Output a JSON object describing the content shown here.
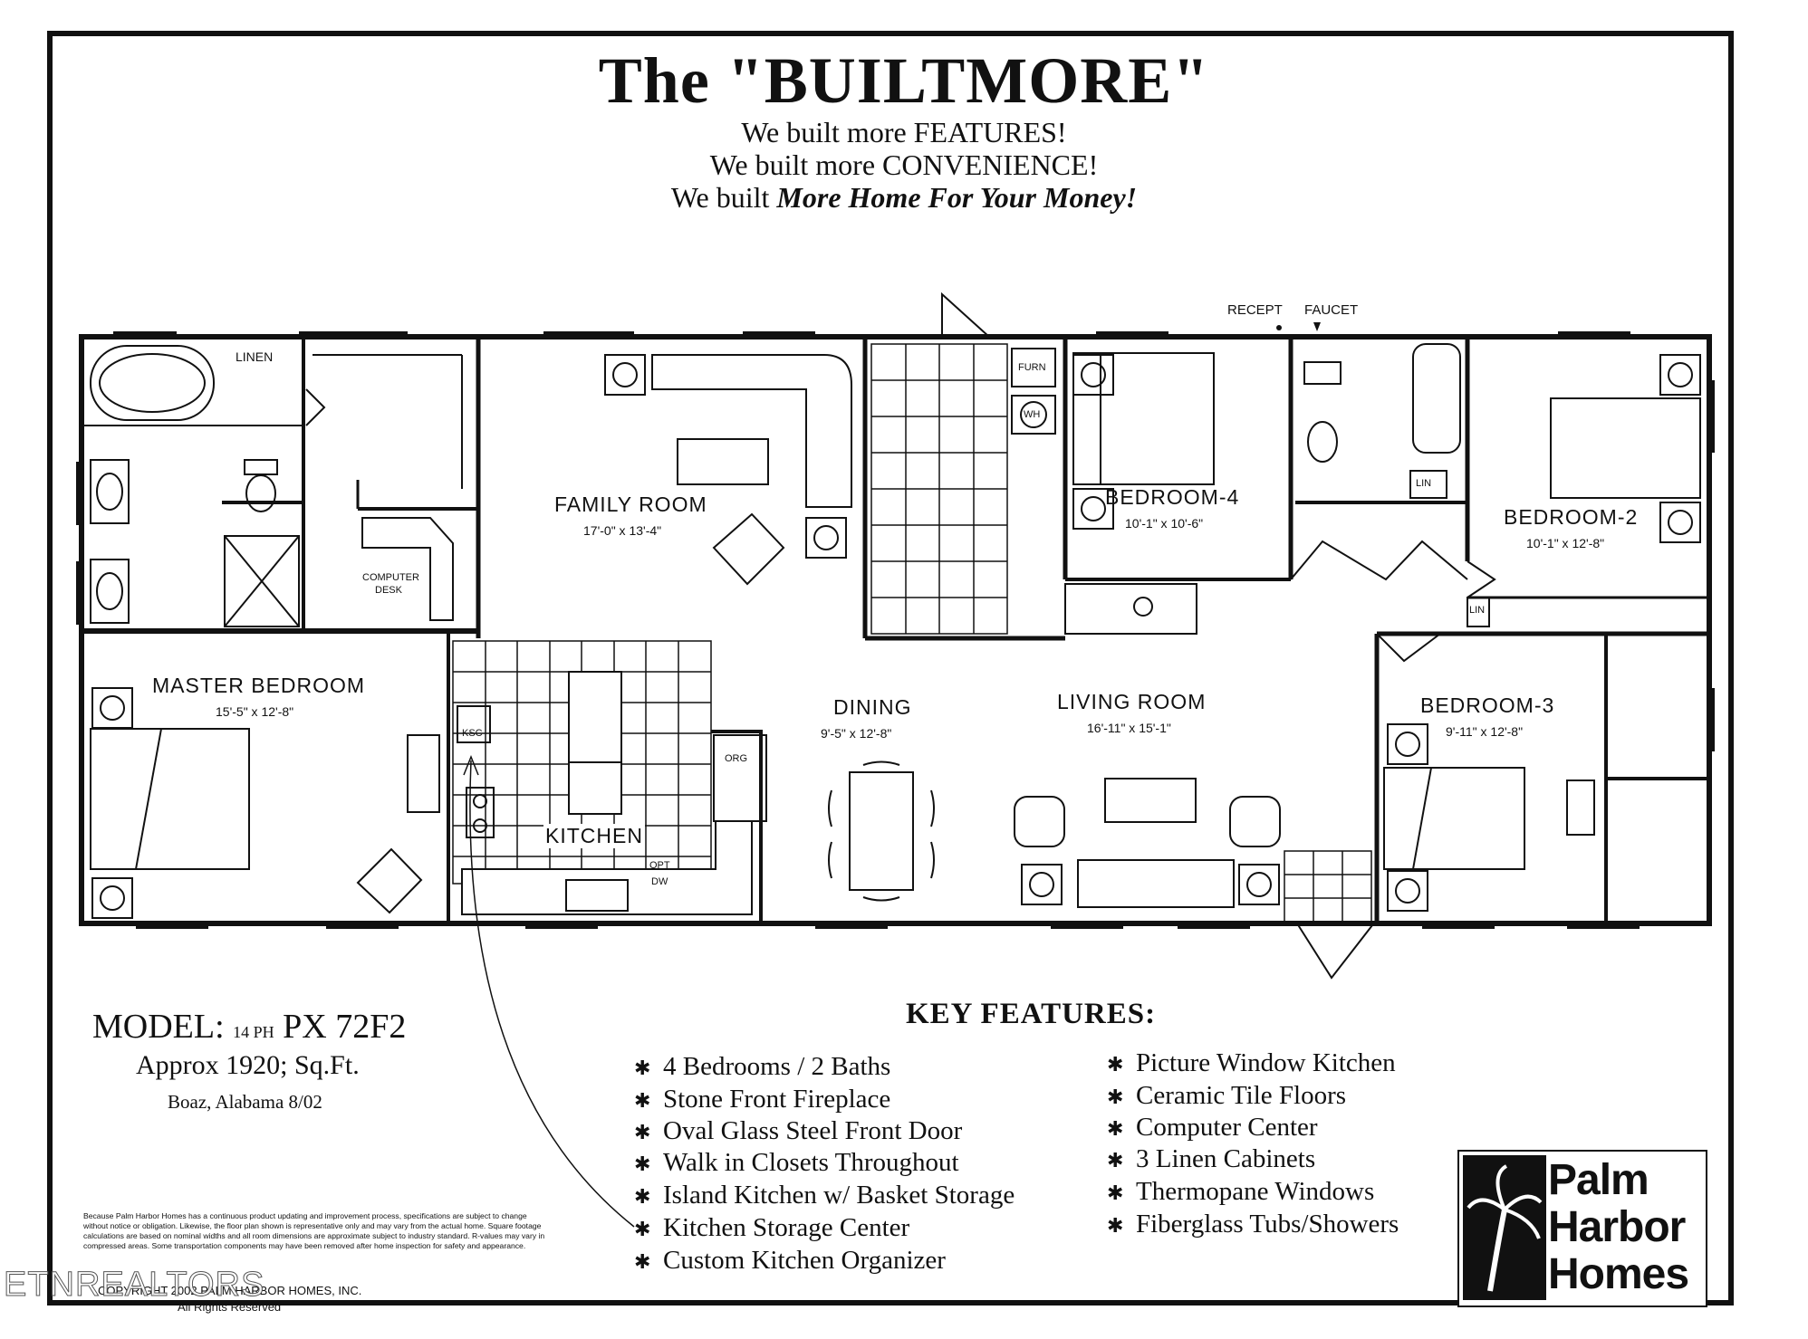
{
  "header": {
    "title": "The \"BUILTMORE\"",
    "line1": "We built more FEATURES!",
    "line2": "We built more CONVENIENCE!",
    "line3_prefix": "We built",
    "line3_emph": "More Home For Your Money!"
  },
  "plan": {
    "rooms": {
      "family": {
        "name": "FAMILY ROOM",
        "dim": "17'-0\" x 13'-4\""
      },
      "master": {
        "name": "MASTER BEDROOM",
        "dim": "15'-5\" x 12'-8\""
      },
      "dining": {
        "name": "DINING",
        "dim": "9'-5\" x 12'-8\""
      },
      "living": {
        "name": "LIVING ROOM",
        "dim": "16'-11\" x 15'-1\""
      },
      "bed4": {
        "name": "BEDROOM-4",
        "dim": "10'-1\" x 10'-6\""
      },
      "bed2": {
        "name": "BEDROOM-2",
        "dim": "10'-1\" x 12'-8\""
      },
      "bed3": {
        "name": "BEDROOM-3",
        "dim": "9'-11\" x 12'-8\""
      },
      "kitchen": {
        "name": "KITCHEN"
      }
    },
    "labels": {
      "linen": "LINEN",
      "linen_short": "LIN",
      "computer_desk_1": "COMPUTER",
      "computer_desk_2": "DESK",
      "ksc": "KSC",
      "org": "ORG",
      "opt": "OPT",
      "dw": "DW",
      "furn": "FURN",
      "wh": "WH",
      "recept": "RECEPT",
      "faucet": "FAUCET"
    }
  },
  "model": {
    "label": "MODEL:",
    "code_small": "14 PH",
    "code": "PX 72F2",
    "sqft": "Approx 1920; Sq.Ft.",
    "location": "Boaz, Alabama 8/02"
  },
  "key_features": {
    "title": "KEY FEATURES:",
    "left": [
      "4 Bedrooms / 2 Baths",
      "Stone Front Fireplace",
      "Oval Glass Steel Front Door",
      "Walk in Closets Throughout",
      "Island Kitchen w/ Basket Storage",
      "Kitchen Storage Center",
      "Custom Kitchen Organizer"
    ],
    "right": [
      "Picture Window Kitchen",
      "Ceramic Tile Floors",
      "Computer Center",
      "3 Linen Cabinets",
      "Thermopane Windows",
      "Fiberglass Tubs/Showers"
    ]
  },
  "disclaimer": "Because Palm Harbor Homes has a continuous product updating and improvement process, specifications are subject to change without notice or obligation. Likewise, the floor plan shown is representative only and may vary from the actual home. Square footage calculations are based on nominal widths and all room dimensions are approximate subject to industry standard. R-values may vary in compressed areas. Some transportation components may have been removed after home inspection for safety and appearance.",
  "copyright": "COPYRIGHT 2002 PALM HARBOR HOMES, INC.",
  "rights": "All Rights Reserved",
  "watermark": "ETNREALTORS",
  "logo": {
    "line1": "Palm",
    "line2": "Harbor",
    "line3": "Homes"
  }
}
